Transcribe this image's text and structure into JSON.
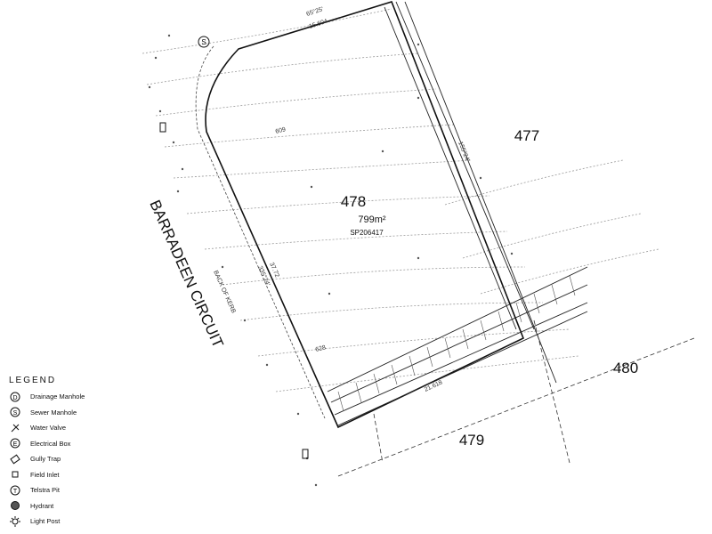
{
  "street": "BARRADEEN CIRCUIT",
  "main_lot": {
    "number": "478",
    "area": "799m²",
    "plan": "SP206417"
  },
  "adjacent_lots": [
    "477",
    "479",
    "480"
  ],
  "boundary_labels": {
    "top_bearing": "65°25'",
    "top_distance": "15.604",
    "right_bearing": "155°24'",
    "left_bearing": "335°24'",
    "left_distance": "37.72",
    "bottom_distance": "21.618",
    "back_of_kerb": "BACK OF KERB",
    "contour_upper": "609",
    "contour_lower": "628"
  },
  "legend": {
    "title": "LEGEND",
    "items": [
      {
        "label": "Drainage Manhole",
        "icon": "drainage-manhole-icon"
      },
      {
        "label": "Sewer Manhole",
        "icon": "sewer-manhole-icon"
      },
      {
        "label": "Water Valve",
        "icon": "water-valve-icon"
      },
      {
        "label": "Electrical Box",
        "icon": "electrical-box-icon"
      },
      {
        "label": "Gully Trap",
        "icon": "gully-trap-icon"
      },
      {
        "label": "Field Inlet",
        "icon": "field-inlet-icon"
      },
      {
        "label": "Telstra Pit",
        "icon": "telstra-pit-icon"
      },
      {
        "label": "Hydrant",
        "icon": "hydrant-icon"
      },
      {
        "label": "Light Post",
        "icon": "light-post-icon"
      }
    ]
  }
}
